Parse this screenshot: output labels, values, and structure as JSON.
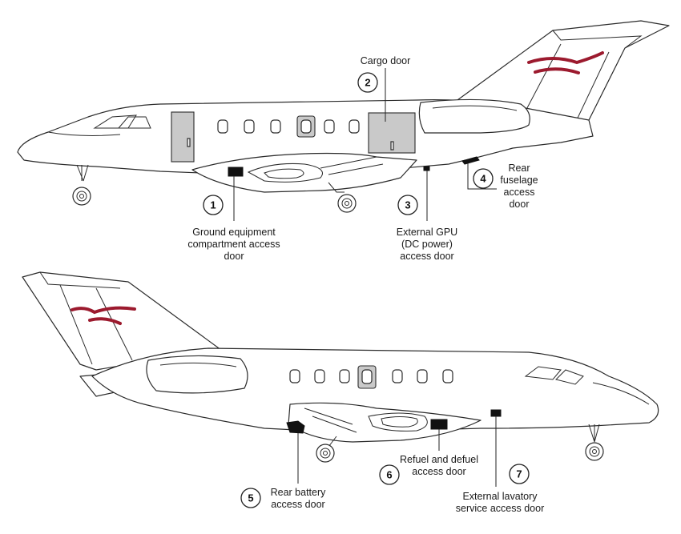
{
  "upper_view": {
    "cargo_door_label": "Cargo door",
    "callouts": [
      {
        "number": "1",
        "label_lines": [
          "Ground equipment",
          "compartment access",
          "door"
        ]
      },
      {
        "number": "2",
        "label_lines": []
      },
      {
        "number": "3",
        "label_lines": [
          "External GPU",
          "(DC power)",
          "access door"
        ]
      },
      {
        "number": "4",
        "label_lines": [
          "Rear",
          "fuselage",
          "access",
          "door"
        ]
      }
    ]
  },
  "lower_view": {
    "callouts": [
      {
        "number": "5",
        "label_lines": [
          "Rear battery",
          "access door"
        ]
      },
      {
        "number": "6",
        "label_lines": [
          "Refuel and defuel",
          "access door"
        ]
      },
      {
        "number": "7",
        "label_lines": [
          "External lavatory",
          "service access door"
        ]
      }
    ]
  },
  "colors": {
    "stripe": "#9c1a2e",
    "door_fill": "#c9c9c9",
    "outline": "#2b2b2b"
  }
}
